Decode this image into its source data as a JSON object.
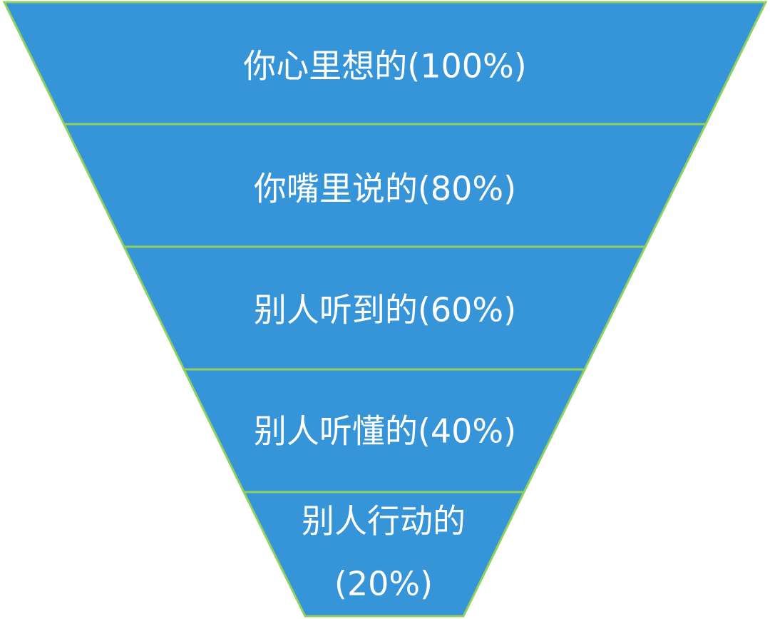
{
  "funnel": {
    "fill_color": "#3694d9",
    "stroke_color": "#8fd15c",
    "stages": [
      {
        "label": "你心里想的(100%)"
      },
      {
        "label": "你嘴里说的(80%)"
      },
      {
        "label": "别人听到的(60%)"
      },
      {
        "label": "别人听懂的(40%)"
      },
      {
        "label_line1": "别人行动的",
        "label_line2": "(20%)"
      }
    ]
  }
}
